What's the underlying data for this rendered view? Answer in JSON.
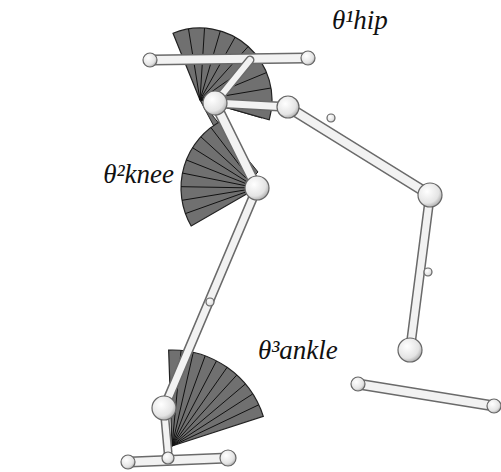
{
  "diagram": {
    "labels": [
      "θ¹hip",
      "θ²knee",
      "θ³ankle"
    ]
  }
}
